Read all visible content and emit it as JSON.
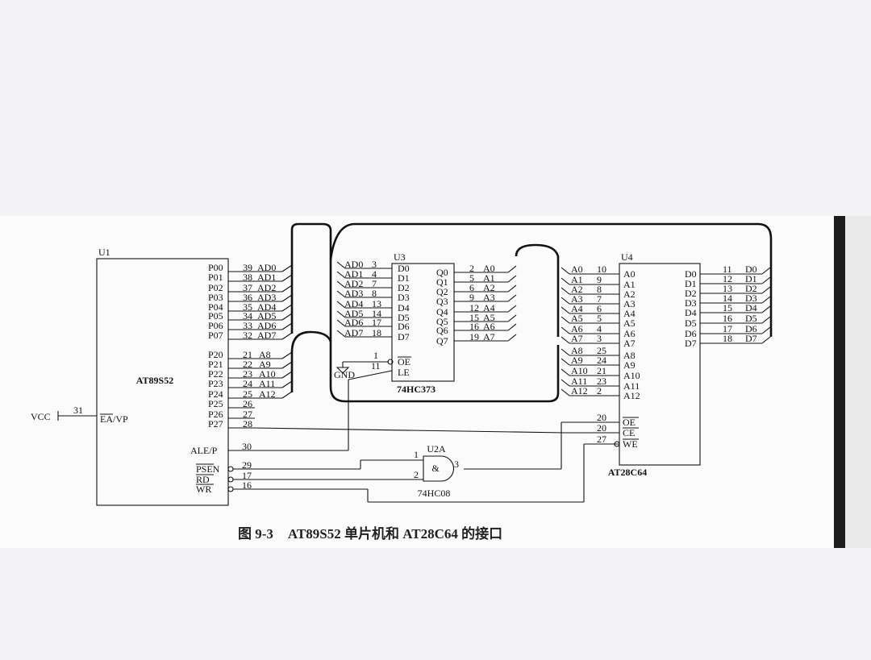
{
  "caption": {
    "figure_number": "图 9-3",
    "title": "AT89S52 单片机和 AT28C64 的接口"
  },
  "u1": {
    "ref": "U1",
    "part": "AT89S52",
    "left_pin": {
      "signal": "VCC",
      "pin": "31",
      "name": "EA/VP"
    },
    "port0": [
      {
        "name": "P00",
        "pin": "39",
        "net": "AD0"
      },
      {
        "name": "P01",
        "pin": "38",
        "net": "AD1"
      },
      {
        "name": "P02",
        "pin": "37",
        "net": "AD2"
      },
      {
        "name": "P03",
        "pin": "36",
        "net": "AD3"
      },
      {
        "name": "P04",
        "pin": "35",
        "net": "AD4"
      },
      {
        "name": "P05",
        "pin": "34",
        "net": "AD5"
      },
      {
        "name": "P06",
        "pin": "33",
        "net": "AD6"
      },
      {
        "name": "P07",
        "pin": "32",
        "net": "AD7"
      }
    ],
    "port2": [
      {
        "name": "P20",
        "pin": "21",
        "net": "A8"
      },
      {
        "name": "P21",
        "pin": "22",
        "net": "A9"
      },
      {
        "name": "P22",
        "pin": "23",
        "net": "A10"
      },
      {
        "name": "P23",
        "pin": "24",
        "net": "A11"
      },
      {
        "name": "P24",
        "pin": "25",
        "net": "A12"
      },
      {
        "name": "P25",
        "pin": "26",
        "net": ""
      },
      {
        "name": "P26",
        "pin": "27",
        "net": ""
      },
      {
        "name": "P27",
        "pin": "28",
        "net": ""
      }
    ],
    "ctrl": [
      {
        "name": "ALE/P",
        "pin": "30"
      },
      {
        "name": "PSEN",
        "pin": "29"
      },
      {
        "name": "RD",
        "pin": "17"
      },
      {
        "name": "WR",
        "pin": "16"
      }
    ]
  },
  "u3": {
    "ref": "U3",
    "part": "74HC373",
    "inputs": [
      {
        "net": "AD0",
        "pin": "3",
        "name": "D0"
      },
      {
        "net": "AD1",
        "pin": "4",
        "name": "D1"
      },
      {
        "net": "AD2",
        "pin": "7",
        "name": "D2"
      },
      {
        "net": "AD3",
        "pin": "8",
        "name": "D3"
      },
      {
        "net": "AD4",
        "pin": "13",
        "name": "D4"
      },
      {
        "net": "AD5",
        "pin": "14",
        "name": "D5"
      },
      {
        "net": "AD6",
        "pin": "17",
        "name": "D6"
      },
      {
        "net": "AD7",
        "pin": "18",
        "name": "D7"
      }
    ],
    "outputs": [
      {
        "name": "Q0",
        "pin": "2",
        "net": "A0"
      },
      {
        "name": "Q1",
        "pin": "5",
        "net": "A1"
      },
      {
        "name": "Q2",
        "pin": "6",
        "net": "A2"
      },
      {
        "name": "Q3",
        "pin": "9",
        "net": "A3"
      },
      {
        "name": "Q4",
        "pin": "12",
        "net": "A4"
      },
      {
        "name": "Q5",
        "pin": "15",
        "net": "A5"
      },
      {
        "name": "Q6",
        "pin": "16",
        "net": "A6"
      },
      {
        "name": "Q7",
        "pin": "19",
        "net": "A7"
      }
    ],
    "oe": {
      "pin": "1",
      "name": "OE"
    },
    "le": {
      "pin": "11",
      "name": "LE"
    },
    "gnd": "GND"
  },
  "u2a": {
    "ref": "U2A",
    "part": "74HC08",
    "symbol": "&",
    "in1": "1",
    "in2": "2",
    "out": "3"
  },
  "u4": {
    "ref": "U4",
    "part": "AT28C64",
    "addr": [
      {
        "net": "A0",
        "pin": "10",
        "name": "A0"
      },
      {
        "net": "A1",
        "pin": "9",
        "name": "A1"
      },
      {
        "net": "A2",
        "pin": "8",
        "name": "A2"
      },
      {
        "net": "A3",
        "pin": "7",
        "name": "A3"
      },
      {
        "net": "A4",
        "pin": "6",
        "name": "A4"
      },
      {
        "net": "A5",
        "pin": "5",
        "name": "A5"
      },
      {
        "net": "A6",
        "pin": "4",
        "name": "A6"
      },
      {
        "net": "A7",
        "pin": "3",
        "name": "A7"
      },
      {
        "net": "A8",
        "pin": "25",
        "name": "A8"
      },
      {
        "net": "A9",
        "pin": "24",
        "name": "A9"
      },
      {
        "net": "A10",
        "pin": "21",
        "name": "A10"
      },
      {
        "net": "A11",
        "pin": "23",
        "name": "A11"
      },
      {
        "net": "A12",
        "pin": "2",
        "name": "A12"
      }
    ],
    "ctrl": [
      {
        "pin": "20",
        "name": "OE"
      },
      {
        "pin": "20",
        "name": "CE"
      },
      {
        "pin": "27",
        "name": "WE"
      }
    ],
    "data": [
      {
        "name": "D0",
        "pin": "11",
        "net": "D0"
      },
      {
        "name": "D1",
        "pin": "12",
        "net": "D1"
      },
      {
        "name": "D2",
        "pin": "13",
        "net": "D2"
      },
      {
        "name": "D3",
        "pin": "14",
        "net": "D3"
      },
      {
        "name": "D4",
        "pin": "15",
        "net": "D4"
      },
      {
        "name": "D5",
        "pin": "16",
        "net": "D5"
      },
      {
        "name": "D6",
        "pin": "17",
        "net": "D6"
      },
      {
        "name": "D7",
        "pin": "18",
        "net": "D7"
      }
    ]
  }
}
